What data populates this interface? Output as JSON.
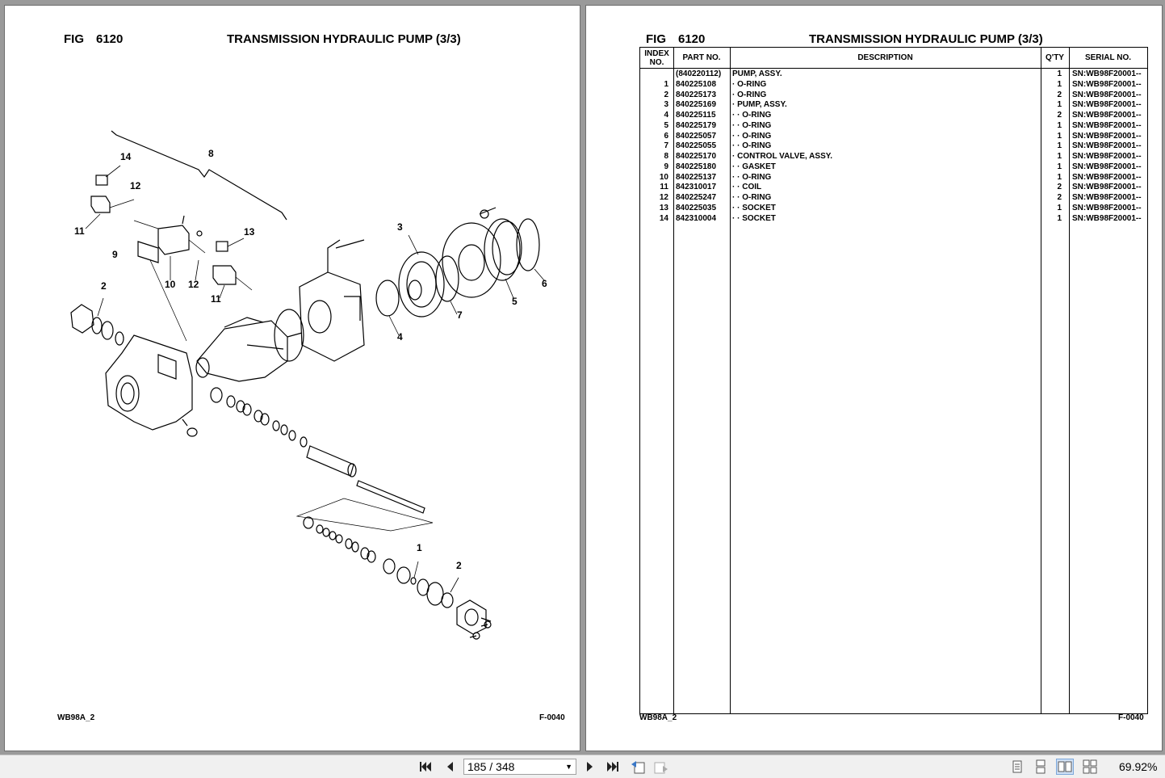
{
  "left_page": {
    "fig_label": "FIG",
    "fig_number": "6120",
    "title": "TRANSMISSION HYDRAULIC PUMP (3/3)",
    "footer_left": "WB98A_2",
    "footer_right": "F-0040",
    "callouts": [
      "14",
      "8",
      "12",
      "11",
      "13",
      "9",
      "10",
      "12",
      "11",
      "2",
      "3",
      "6",
      "5",
      "7",
      "4",
      "1",
      "2"
    ]
  },
  "right_page": {
    "fig_label": "FIG",
    "fig_number": "6120",
    "title": "TRANSMISSION HYDRAULIC PUMP (3/3)",
    "footer_left": "WB98A_2",
    "footer_right": "F-0040",
    "table": {
      "headers": {
        "index": "INDEX NO.",
        "part": "PART NO.",
        "description": "DESCRIPTION",
        "qty": "Q'TY",
        "serial": "SERIAL NO."
      },
      "rows": [
        {
          "index": "",
          "part": "(840220112)",
          "description": "PUMP, ASSY.",
          "qty": "1",
          "serial": "SN:WB98F20001--"
        },
        {
          "index": "1",
          "part": "840225108",
          "description": "· O-RING",
          "qty": "1",
          "serial": "SN:WB98F20001--"
        },
        {
          "index": "2",
          "part": "840225173",
          "description": "· O-RING",
          "qty": "2",
          "serial": "SN:WB98F20001--"
        },
        {
          "index": "3",
          "part": "840225169",
          "description": "· PUMP, ASSY.",
          "qty": "1",
          "serial": "SN:WB98F20001--"
        },
        {
          "index": "4",
          "part": "840225115",
          "description": "· · O-RING",
          "qty": "2",
          "serial": "SN:WB98F20001--"
        },
        {
          "index": "5",
          "part": "840225179",
          "description": "· · O-RING",
          "qty": "1",
          "serial": "SN:WB98F20001--"
        },
        {
          "index": "6",
          "part": "840225057",
          "description": "· · O-RING",
          "qty": "1",
          "serial": "SN:WB98F20001--"
        },
        {
          "index": "7",
          "part": "840225055",
          "description": "· · O-RING",
          "qty": "1",
          "serial": "SN:WB98F20001--"
        },
        {
          "index": "8",
          "part": "840225170",
          "description": "· CONTROL VALVE, ASSY.",
          "qty": "1",
          "serial": "SN:WB98F20001--"
        },
        {
          "index": "9",
          "part": "840225180",
          "description": "· · GASKET",
          "qty": "1",
          "serial": "SN:WB98F20001--"
        },
        {
          "index": "10",
          "part": "840225137",
          "description": "· · O-RING",
          "qty": "1",
          "serial": "SN:WB98F20001--"
        },
        {
          "index": "11",
          "part": "842310017",
          "description": "· · COIL",
          "qty": "2",
          "serial": "SN:WB98F20001--"
        },
        {
          "index": "12",
          "part": "840225247",
          "description": "· · O-RING",
          "qty": "2",
          "serial": "SN:WB98F20001--"
        },
        {
          "index": "13",
          "part": "840225035",
          "description": "· · SOCKET",
          "qty": "1",
          "serial": "SN:WB98F20001--"
        },
        {
          "index": "14",
          "part": "842310004",
          "description": "· · SOCKET",
          "qty": "1",
          "serial": "SN:WB98F20001--"
        }
      ]
    }
  },
  "toolbar": {
    "page_display": "185 / 348",
    "zoom": "69.92%",
    "icons": [
      "first-page-icon",
      "prev-page-icon",
      "next-page-icon",
      "last-page-icon",
      "previous-view-icon",
      "next-view-icon",
      "single-page-view-icon",
      "continuous-view-icon",
      "facing-view-icon",
      "continuous-facing-view-icon"
    ]
  }
}
